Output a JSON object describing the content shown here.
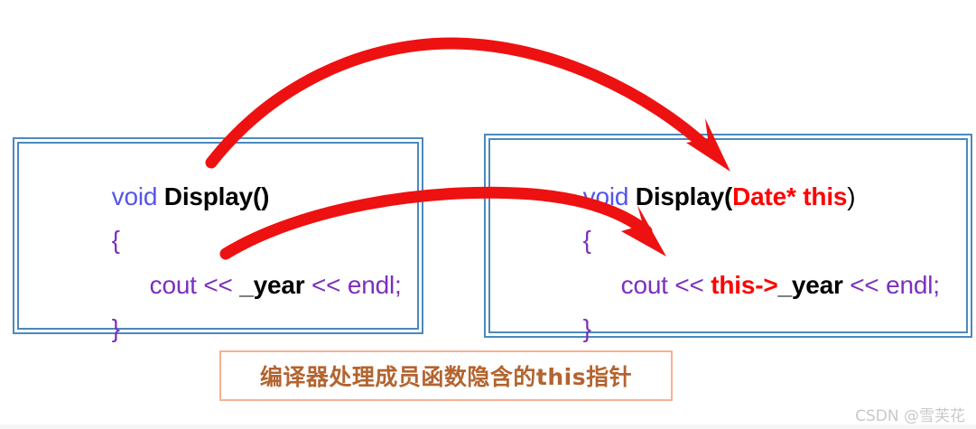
{
  "figure": {
    "title_caption": "编译器处理成员函数隐含的this指针",
    "caption_border_color": "#f7b094",
    "caption_text_color": "#b3642f",
    "box_border_color": "#4b89bd",
    "arrow_color": "#ee1111",
    "background": "#ffffff"
  },
  "left_box": {
    "name": "original member function",
    "lines": [
      {
        "id": "signature",
        "tokens": [
          {
            "text": "void ",
            "role": "keyword",
            "color": "#5555ee"
          },
          {
            "text": "Display()",
            "role": "identifier",
            "color": "#000000"
          }
        ],
        "plain": "void Display()"
      },
      {
        "id": "open-brace",
        "tokens": [
          {
            "text": "{",
            "role": "brace",
            "color": "#7b2fbe"
          }
        ],
        "plain": "{"
      },
      {
        "id": "body",
        "tokens": [
          {
            "text": "cout << ",
            "role": "stream",
            "color": "#7b2fbe"
          },
          {
            "text": "_year",
            "role": "identifier",
            "color": "#000000"
          },
          {
            "text": " << endl;",
            "role": "stream",
            "color": "#7b2fbe"
          }
        ],
        "plain": "cout << _year << endl;"
      },
      {
        "id": "close-brace",
        "tokens": [
          {
            "text": "}",
            "role": "brace",
            "color": "#7b2fbe"
          }
        ],
        "plain": "}"
      }
    ],
    "tokens": {
      "void": "void ",
      "display": "Display()",
      "open_brace": "{",
      "cout_prefix": "cout << ",
      "year": "_year",
      "endl_suffix": " << endl;",
      "close_brace": "}"
    }
  },
  "right_box": {
    "name": "compiler transformed member function with this pointer",
    "tokens": {
      "void": "void ",
      "display": "Display(",
      "this_param": "Date* this",
      "close_paren": ")",
      "open_brace": "{",
      "cout_prefix": "cout << ",
      "this_arrow": "this->",
      "year": "_year",
      "endl_suffix": " << endl;",
      "close_brace": "}"
    },
    "lines": [
      {
        "id": "signature",
        "plain": "void Display(Date* this)"
      },
      {
        "id": "open-brace",
        "plain": "{"
      },
      {
        "id": "body",
        "plain": "cout << this->_year << endl;"
      },
      {
        "id": "close-brace",
        "plain": "}"
      }
    ]
  },
  "annotations": {
    "arrow_top": {
      "name": "signature-transform-arrow",
      "from": "void Display()",
      "to": "Date* this",
      "color": "#ee1111"
    },
    "arrow_bottom": {
      "name": "member-access-transform-arrow",
      "from": "_year",
      "to": "this->_year",
      "color": "#ee1111"
    }
  },
  "watermark": {
    "text": "CSDN @雪芙花",
    "color": "#c9c9c9"
  }
}
